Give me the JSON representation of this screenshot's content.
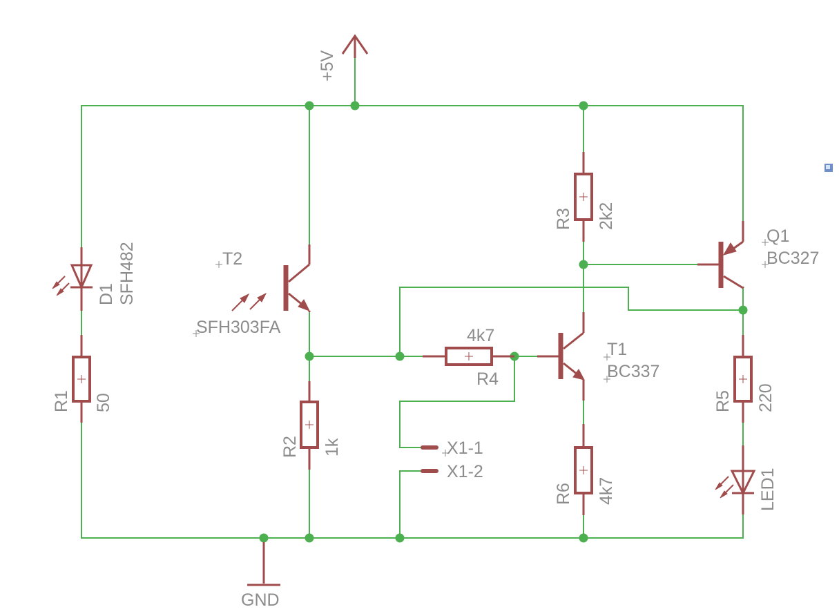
{
  "power": {
    "supply_label": "+5V",
    "ground_label": "GND"
  },
  "components": {
    "D1": {
      "ref": "D1",
      "value": "SFH482"
    },
    "R1": {
      "ref": "R1",
      "value": "50"
    },
    "T2": {
      "ref": "T2",
      "value": "SFH303FA"
    },
    "R2": {
      "ref": "R2",
      "value": "1k"
    },
    "R3": {
      "ref": "R3",
      "value": "2k2"
    },
    "R4": {
      "ref": "R4",
      "value": "4k7"
    },
    "T1": {
      "ref": "T1",
      "value": "BC337"
    },
    "R6": {
      "ref": "R6",
      "value": "4k7"
    },
    "Q1": {
      "ref": "Q1",
      "value": "BC327"
    },
    "R5": {
      "ref": "R5",
      "value": "220"
    },
    "LED1": {
      "ref": "LED1"
    },
    "X1": {
      "pin1": "X1-1",
      "pin2": "X1-2"
    }
  },
  "colors": {
    "wire": "#4caf50",
    "component": "#a04c4c",
    "label": "#8c8c8c",
    "background": "#ffffff"
  }
}
